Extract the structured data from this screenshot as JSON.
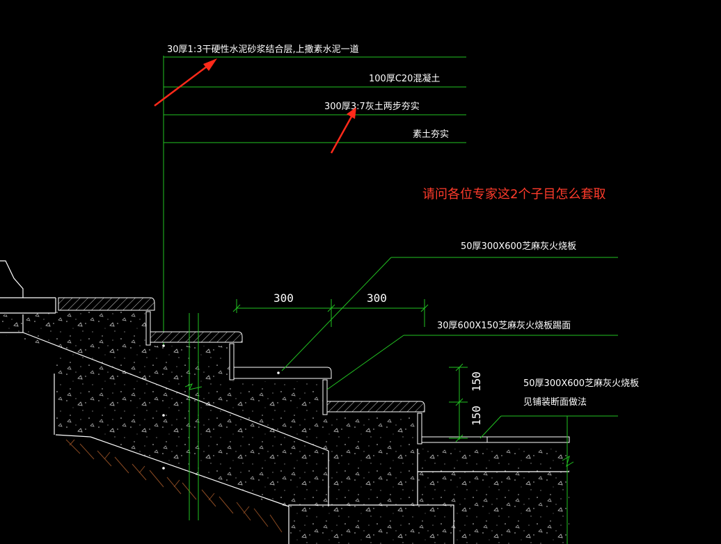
{
  "colors": {
    "background": "#000000",
    "text": "#ffffff",
    "leader": "#22c322",
    "outline": "#ffffff",
    "arrow": "#ff2a1a",
    "question": "#ff3b2b",
    "hatch": "#8a4a22"
  },
  "layer_notes": {
    "layer1": "30厚1:3干硬性水泥砂浆结合层,上撒素水泥一道",
    "layer2": "100厚C20混凝土",
    "layer3": "300厚3:7灰土两步夯实",
    "layer4": "素土夯实"
  },
  "question": "请问各位专家这2个子目怎么套取",
  "stair_notes": {
    "tread": "50厚300X600芝麻灰火烧板",
    "riser": "30厚600X150芝麻灰火烧板踢面",
    "landing": "50厚300X600芝麻灰火烧板",
    "landing_ref": "见铺装断面做法"
  },
  "dimensions": {
    "tread_a": "300",
    "tread_b": "300",
    "riser_a": "150",
    "riser_b": "150"
  }
}
